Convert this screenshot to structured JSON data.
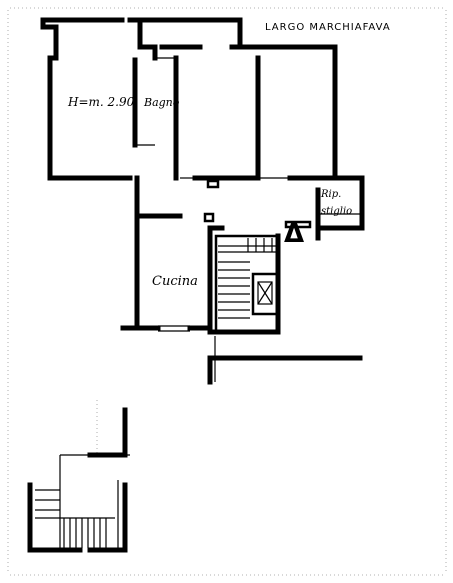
{
  "plan": {
    "street_label": "LARGO MARCHIAFAVA",
    "rooms": {
      "bedroom_label": "H=m. 2.90",
      "bathroom_label": "Bagno",
      "kitchen_label": "Cucina",
      "storage_label_1": "Rip.",
      "storage_label_2": "stiglio"
    },
    "north_marker": "Δ"
  }
}
